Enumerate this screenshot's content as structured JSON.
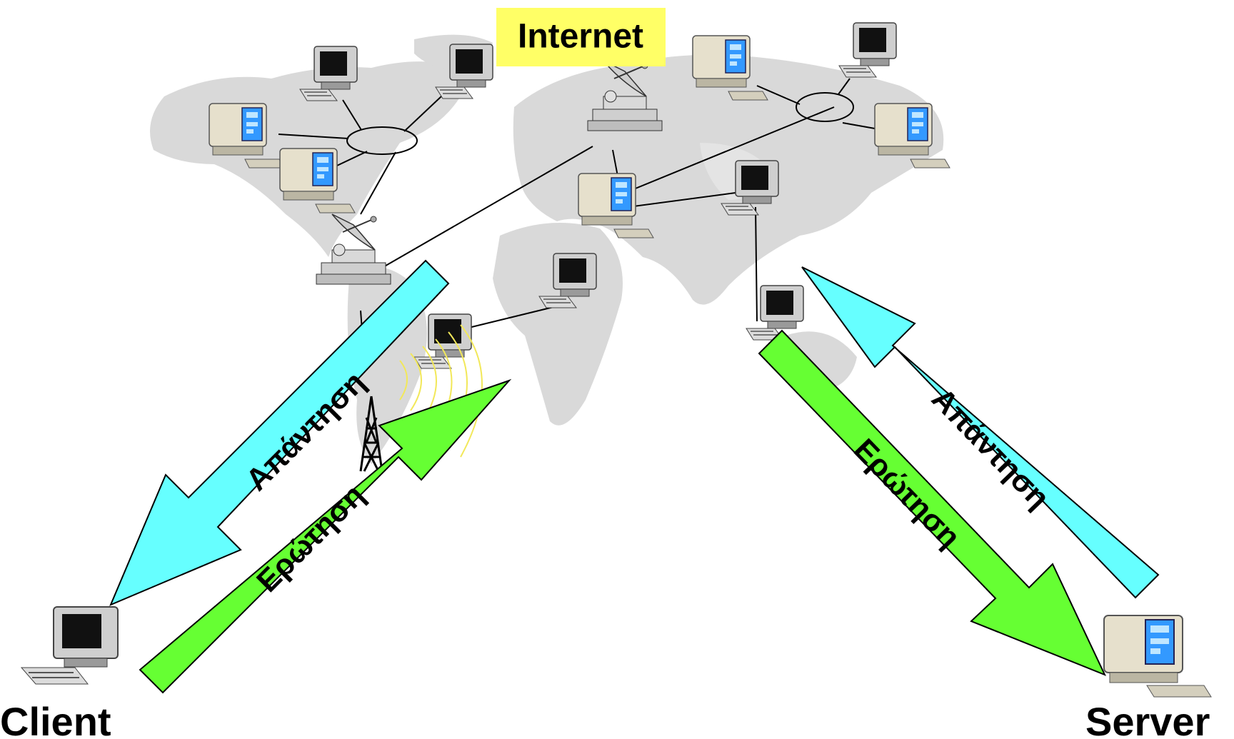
{
  "diagram": {
    "internet_label": "Internet",
    "client_label": "Client",
    "server_label": "Server",
    "left_request_label": "Ερώτηση",
    "left_response_label": "Απάντηση",
    "right_request_label": "Ερώτηση",
    "right_response_label": "Απάντηση"
  },
  "colors": {
    "map": "#d9d9d9",
    "request_arrow": "#66ff33",
    "response_arrow": "#66ffff",
    "internet_bg": "#ffff66",
    "line": "#000000",
    "monitor_beige": "#e6e0cc",
    "screen_blue": "#3399ff"
  },
  "icons": [
    "computer-icon",
    "satellite-dish-icon",
    "radio-tower-icon"
  ]
}
